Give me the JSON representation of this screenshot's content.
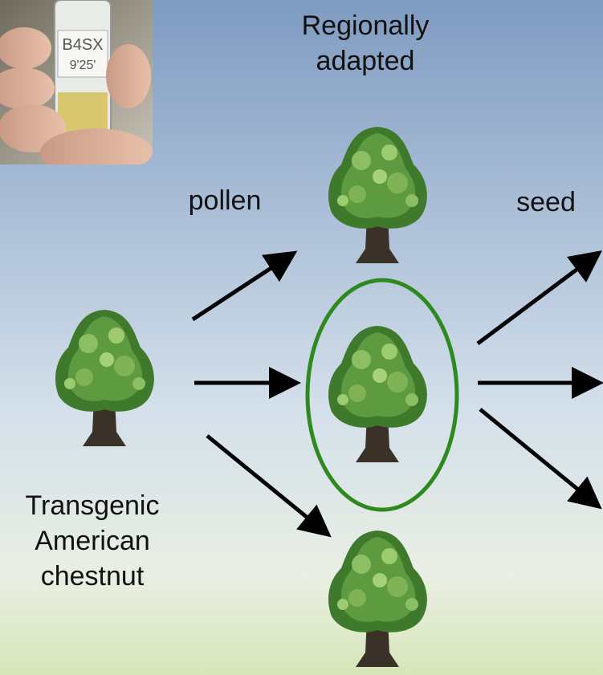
{
  "labels": {
    "regional": "Regionally\nadapted",
    "pollen": "pollen",
    "seed": "seed",
    "transgenic": "Transgenic\nAmerican\nchestnut"
  },
  "photo": {
    "vial_text_line1": "B4SX",
    "vial_text_line2": "9'25'"
  },
  "colors": {
    "highlight_ellipse": "#2e8a1e",
    "arrow": "#000000"
  },
  "icons": [
    "tree-icon",
    "pollen-vial-photo",
    "arrow-icon"
  ]
}
